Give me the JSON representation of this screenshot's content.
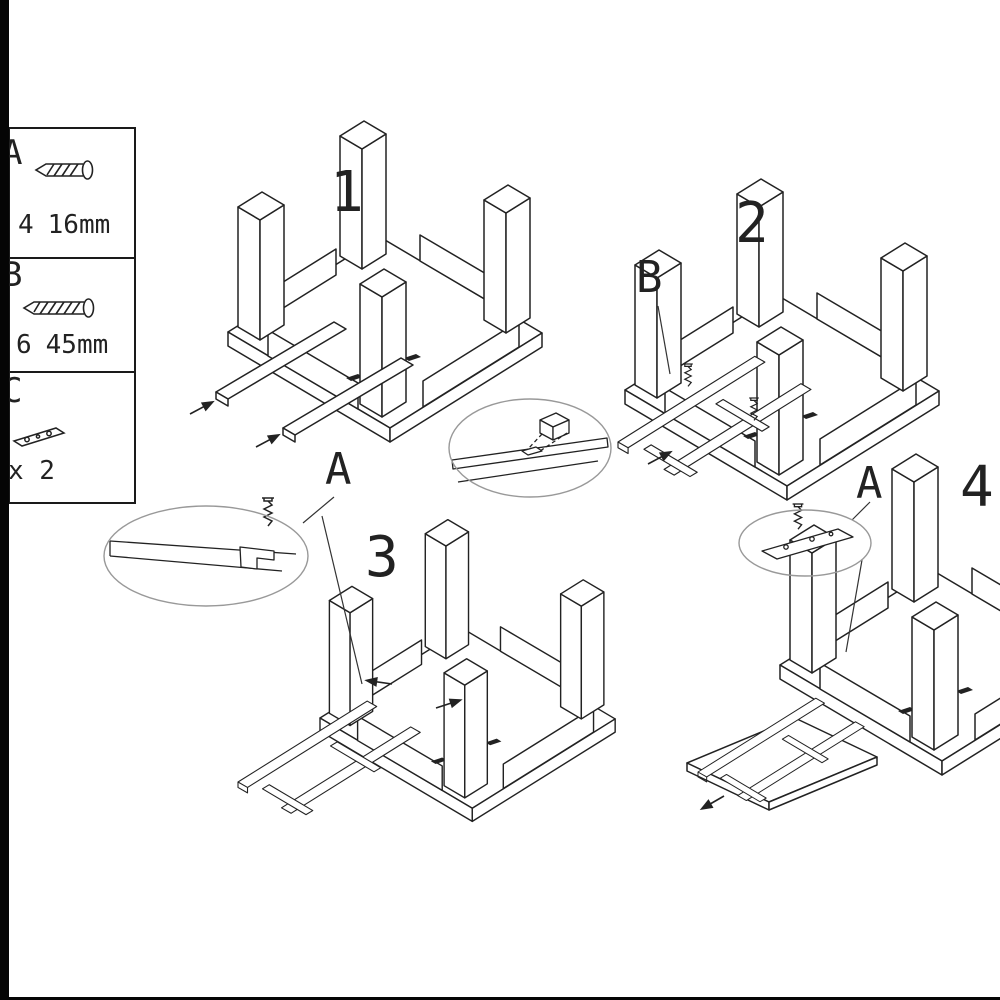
{
  "page": {
    "background": "#ffffff",
    "line_color": "#222222",
    "callout_ellipse_color": "#999999"
  },
  "legend": {
    "items": [
      {
        "letter": "A",
        "icon": "screw-short-icon",
        "qty": "4",
        "size": "16mm"
      },
      {
        "letter": "B",
        "icon": "screw-long-icon",
        "qty": "6",
        "size": "45mm"
      },
      {
        "letter": "C",
        "icon": "flat-bracket-plate-icon",
        "qty": "x 2",
        "size": ""
      }
    ]
  },
  "steps": [
    {
      "number": "1",
      "callout": ""
    },
    {
      "number": "2",
      "callout": "B"
    },
    {
      "number": "3",
      "callout": "A"
    },
    {
      "number": "4",
      "callout": "A"
    }
  ]
}
